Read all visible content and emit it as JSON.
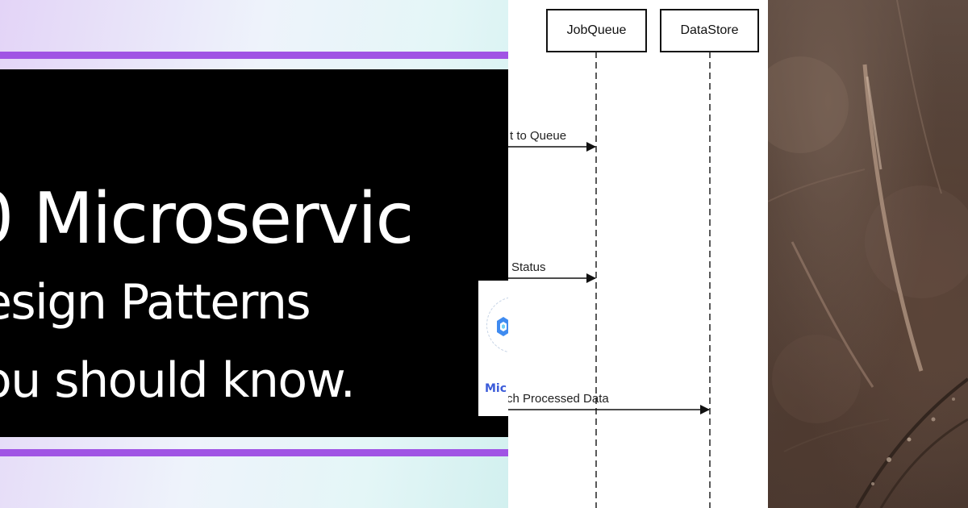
{
  "banner": {
    "headline": "0 Microservic",
    "subline_1": "esign Patterns",
    "subline_2": "ou should know.",
    "logo_text": "Mic",
    "colors": {
      "accent_bar": "#a054e4",
      "banner_bg": "#000000",
      "logo_text": "#3b5bd9"
    }
  },
  "sequence_diagram": {
    "participants": [
      "JobQueue",
      "DataStore"
    ],
    "messages": [
      {
        "label": "t to Queue",
        "to": "JobQueue"
      },
      {
        "label": "Status",
        "to": "JobQueue"
      },
      {
        "label": "ch Processed Data",
        "to": "DataStore"
      }
    ]
  },
  "photo": {
    "subject": "dry-grass-photo",
    "colors": {
      "base": "#4f3d33"
    }
  }
}
